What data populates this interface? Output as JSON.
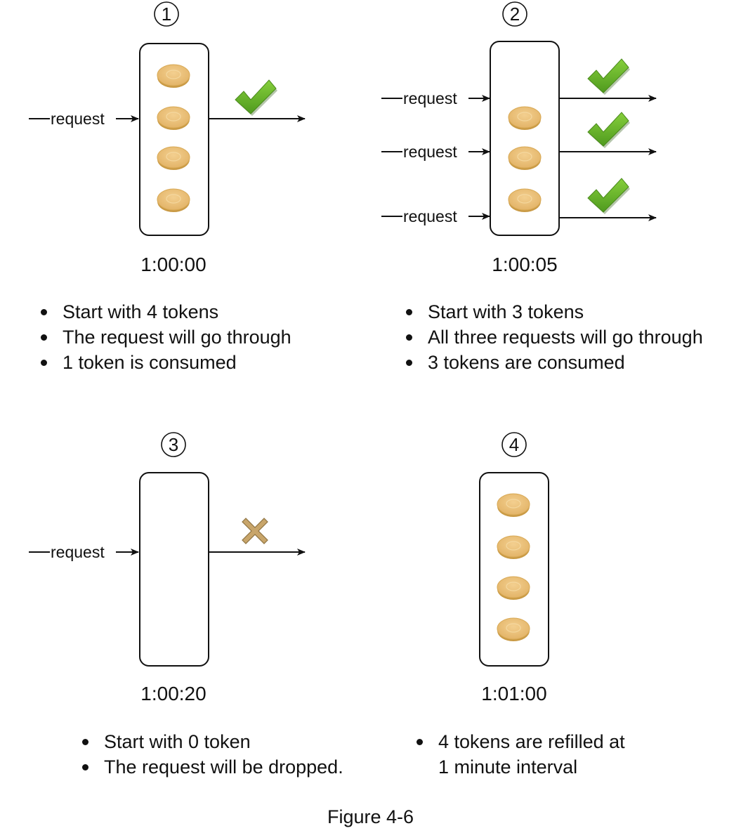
{
  "panels": [
    {
      "number": "1",
      "time": "1:00:00",
      "request_label": "request",
      "bullets": [
        "Start with 4 tokens",
        "The request will go through",
        "1 token is consumed"
      ]
    },
    {
      "number": "2",
      "time": "1:00:05",
      "request_label": "request",
      "bullets": [
        "Start with 3 tokens",
        "All three requests will go through",
        "3 tokens are consumed"
      ]
    },
    {
      "number": "3",
      "time": "1:00:20",
      "request_label": "request",
      "bullets": [
        "Start with 0 token",
        "The request will be dropped."
      ]
    },
    {
      "number": "4",
      "time": "1:01:00",
      "bullets": [
        "4 tokens are refilled at",
        "1 minute interval"
      ]
    }
  ],
  "caption": "Figure 4-6",
  "colors": {
    "token": "#ecc079",
    "token_stroke": "#c99a45",
    "check": "#66b22a",
    "cross": "#c8a56a"
  },
  "icons": {
    "accept": "check-icon",
    "reject": "cross-icon",
    "token": "token-coin-icon"
  }
}
